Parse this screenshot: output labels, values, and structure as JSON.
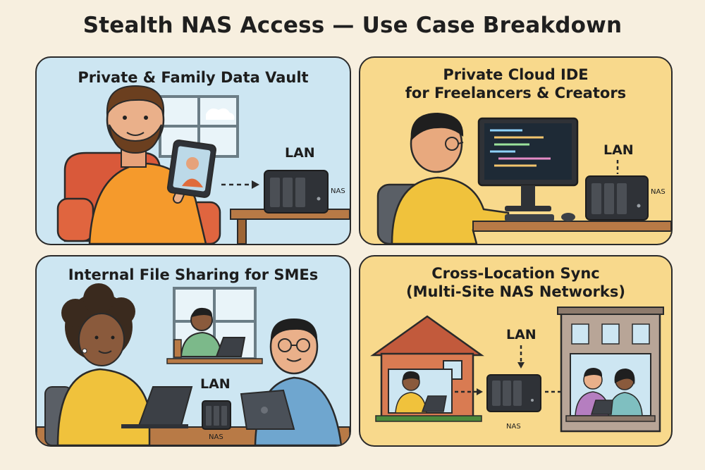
{
  "title": "Stealth NAS Access — Use Case Breakdown",
  "panels": [
    {
      "title": "Private & Family Data Vault",
      "lan_label": "LAN",
      "nas_label": "NAS"
    },
    {
      "title_line1": "Private Cloud IDE",
      "title_line2": "for Freelancers & Creators",
      "lan_label": "LAN",
      "nas_label": "NAS"
    },
    {
      "title": "Internal File Sharing for SMEs",
      "lan_label": "LAN",
      "nas_label": "NAS"
    },
    {
      "title_line1": "Cross-Location Sync",
      "title_line2": "(Multi-Site NAS Networks)",
      "lan_label": "LAN",
      "nas_label": "NAS"
    }
  ],
  "colors": {
    "panel_blue": "#cde6f2",
    "panel_yellow": "#f8d98c",
    "nas_device": "#2f3237",
    "outline": "#2a2a2a"
  }
}
